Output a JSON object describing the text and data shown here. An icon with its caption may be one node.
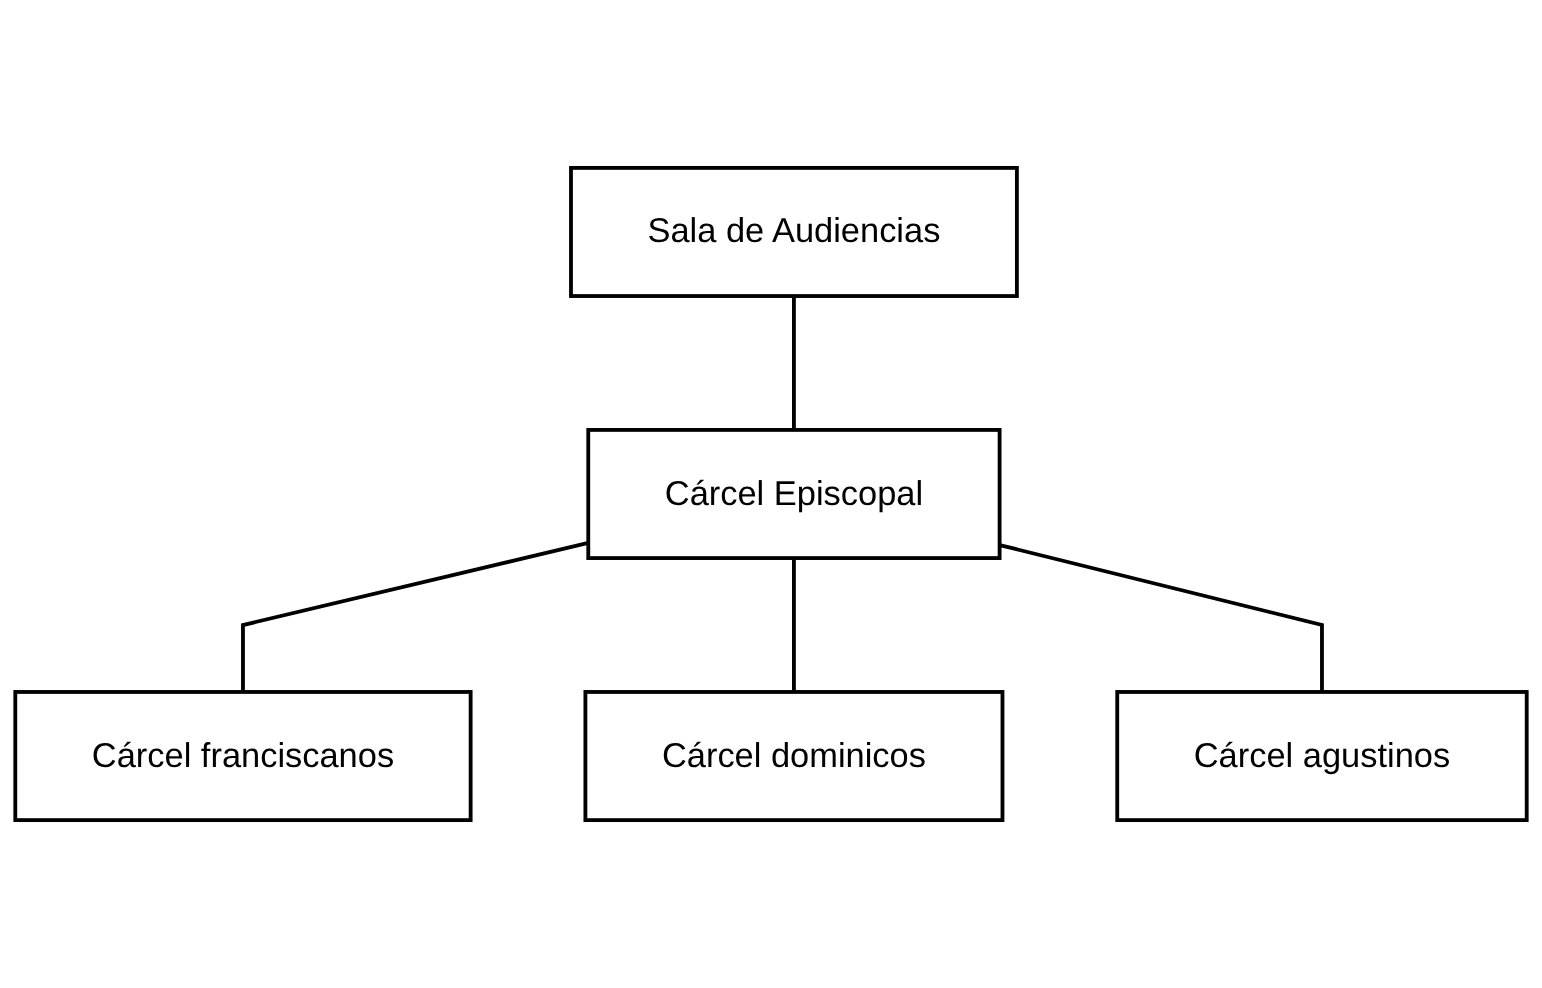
{
  "diagram": {
    "nodes": [
      {
        "text": [
          "Sala de Audiencias"
        ]
      },
      {
        "text": [
          "Cárcel Episcopal"
        ]
      },
      {
        "text": [
          "Cárcel franciscanos"
        ]
      },
      {
        "text": [
          "Cárcel dominicos"
        ]
      },
      {
        "text": [
          "Cárcel agustinos"
        ]
      }
    ],
    "edges": [
      {
        "from": 0,
        "to": 1,
        "arrow": "none"
      },
      {
        "from": 1,
        "to": 2,
        "arrow": "none"
      },
      {
        "from": 1,
        "to": 3,
        "arrow": "none"
      },
      {
        "from": 1,
        "to": 4,
        "arrow": "none"
      }
    ]
  }
}
